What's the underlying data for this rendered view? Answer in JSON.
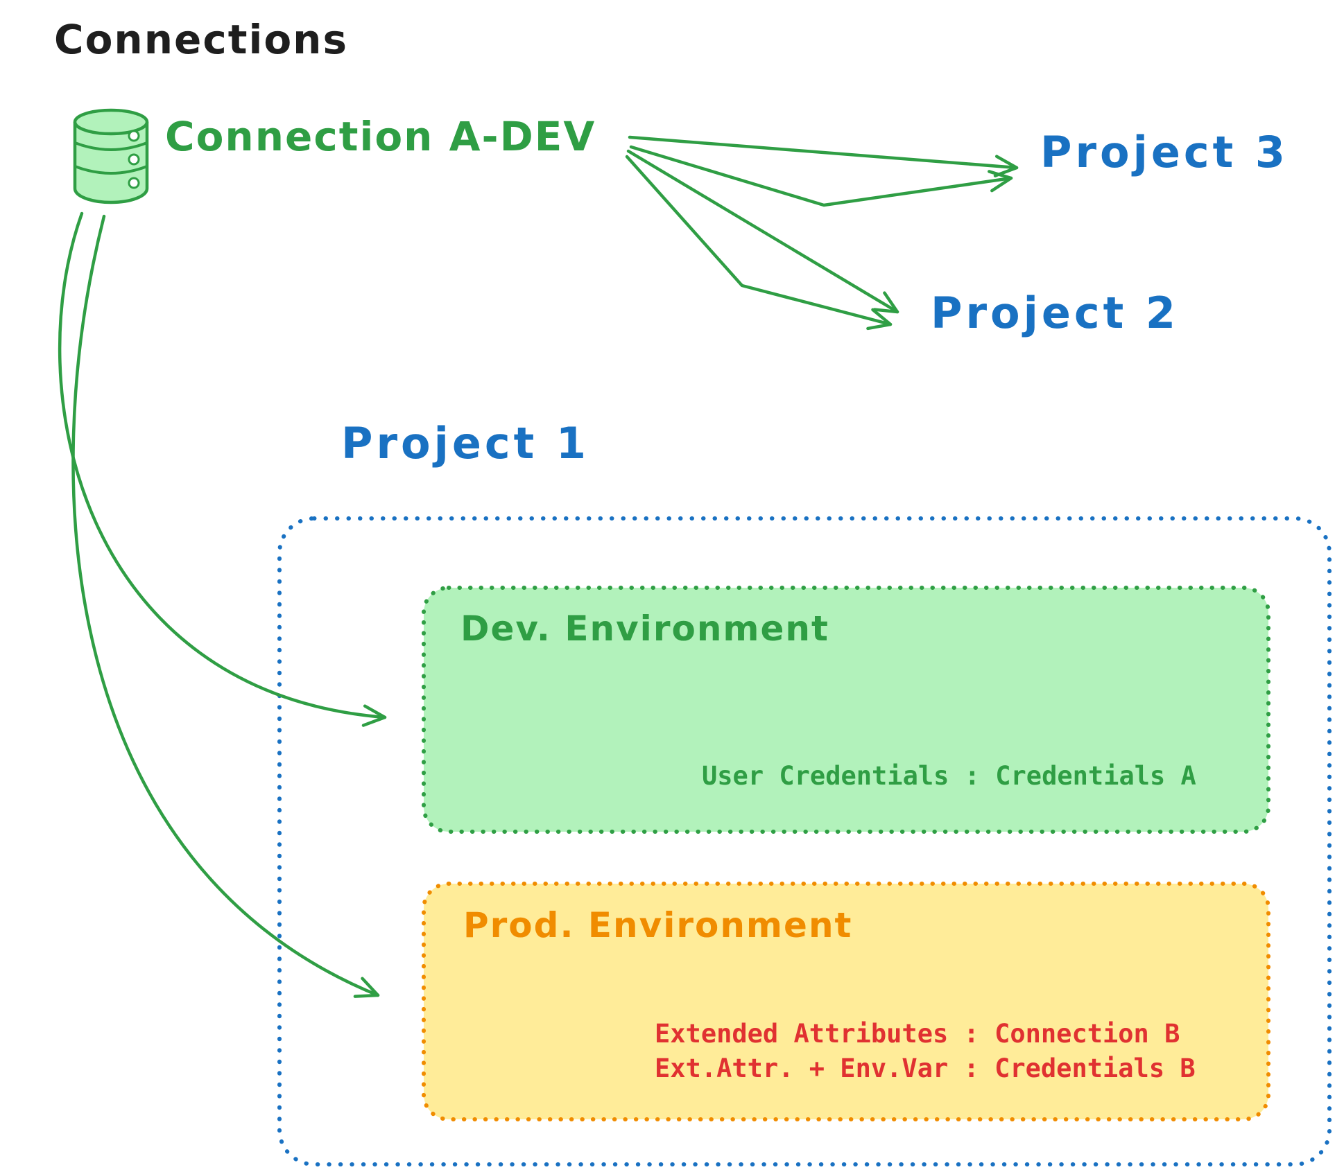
{
  "title": "Connections",
  "colors": {
    "green": "#2f9e44",
    "green_fill": "#b2f2bb",
    "blue": "#1971c2",
    "orange": "#f08c00",
    "orange_fill": "#ffec99",
    "red": "#e03131",
    "black": "#1e1e1e"
  },
  "connection": {
    "icon": "database-icon",
    "label": "Connection A-DEV"
  },
  "projects": {
    "project1": "Project 1",
    "project2": "Project 2",
    "project3": "Project 3"
  },
  "dev_environment": {
    "title": "Dev. Environment",
    "credentials_line": "User Credentials : Credentials A"
  },
  "prod_environment": {
    "title": "Prod. Environment",
    "attr_line1": "Extended Attributes : Connection B",
    "attr_line2": "Ext.Attr. + Env.Var : Credentials B"
  }
}
